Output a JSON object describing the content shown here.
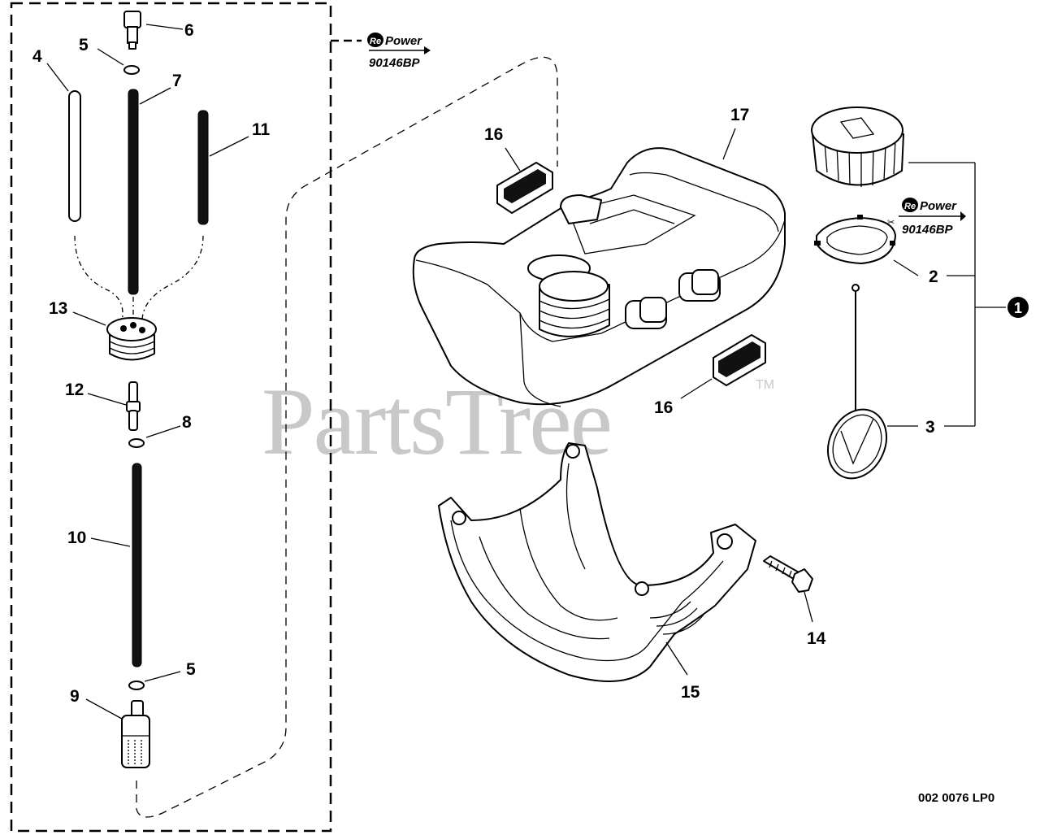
{
  "watermark": {
    "text": "PartsTree",
    "tm": "TM"
  },
  "repower_logo": {
    "re": "Re",
    "power": "Power"
  },
  "repower_badges": [
    {
      "code": "90146BP"
    },
    {
      "code": "90146BP"
    }
  ],
  "drawing_ref": "002 0076 LP0",
  "assembly_marker": "1",
  "callouts": {
    "p2": "2",
    "p3": "3",
    "p4": "4",
    "p5a": "5",
    "p5b": "5",
    "p6": "6",
    "p7": "7",
    "p8": "8",
    "p9": "9",
    "p10": "10",
    "p11": "11",
    "p12": "12",
    "p13": "13",
    "p14": "14",
    "p15": "15",
    "p16a": "16",
    "p16b": "16",
    "p17": "17"
  }
}
